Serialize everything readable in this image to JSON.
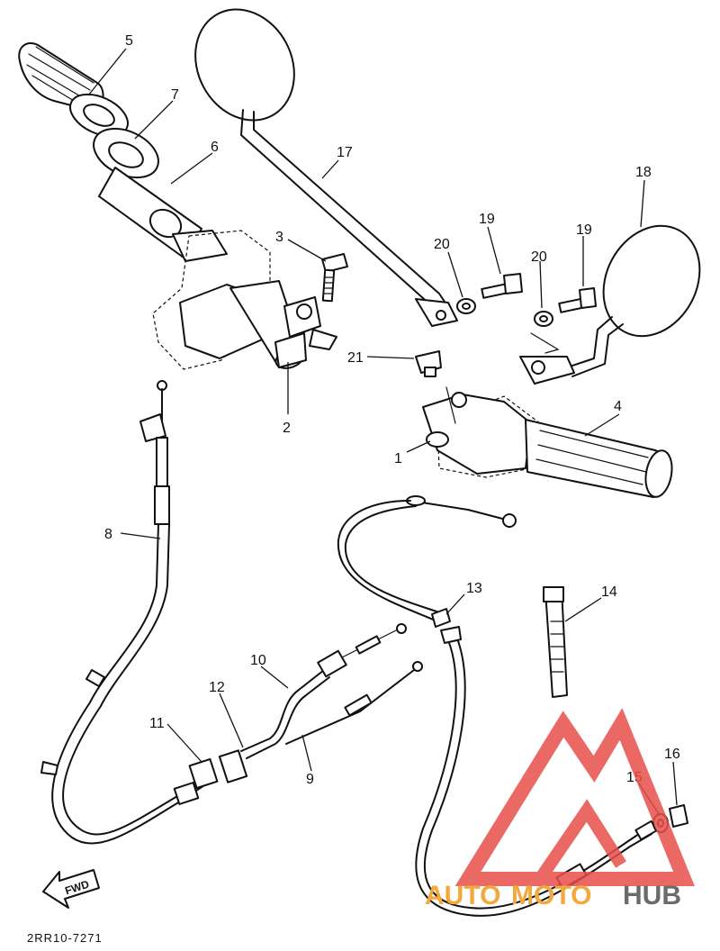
{
  "diagram": {
    "callouts": [
      {
        "id": "1",
        "label": "1"
      },
      {
        "id": "2",
        "label": "2"
      },
      {
        "id": "3",
        "label": "3"
      },
      {
        "id": "4",
        "label": "4"
      },
      {
        "id": "5",
        "label": "5"
      },
      {
        "id": "6",
        "label": "6"
      },
      {
        "id": "7",
        "label": "7"
      },
      {
        "id": "8",
        "label": "8"
      },
      {
        "id": "9",
        "label": "9"
      },
      {
        "id": "10",
        "label": "10"
      },
      {
        "id": "11",
        "label": "11"
      },
      {
        "id": "12",
        "label": "12"
      },
      {
        "id": "13",
        "label": "13"
      },
      {
        "id": "14",
        "label": "14"
      },
      {
        "id": "15",
        "label": "15"
      },
      {
        "id": "16",
        "label": "16"
      },
      {
        "id": "17",
        "label": "17"
      },
      {
        "id": "18",
        "label": "18"
      },
      {
        "id": "19a",
        "label": "19"
      },
      {
        "id": "19b",
        "label": "19"
      },
      {
        "id": "20a",
        "label": "20"
      },
      {
        "id": "20b",
        "label": "20"
      },
      {
        "id": "21",
        "label": "21"
      }
    ],
    "fwd_label": "FWD",
    "drawing_code": "2RR10-7271"
  },
  "watermark": {
    "text_auto": "AUTO",
    "text_moto": "MOTO",
    "text_hub": "HUB",
    "color_red": "#e8504a",
    "color_orange": "#f2a83c",
    "color_gray": "#6b6b6b"
  }
}
